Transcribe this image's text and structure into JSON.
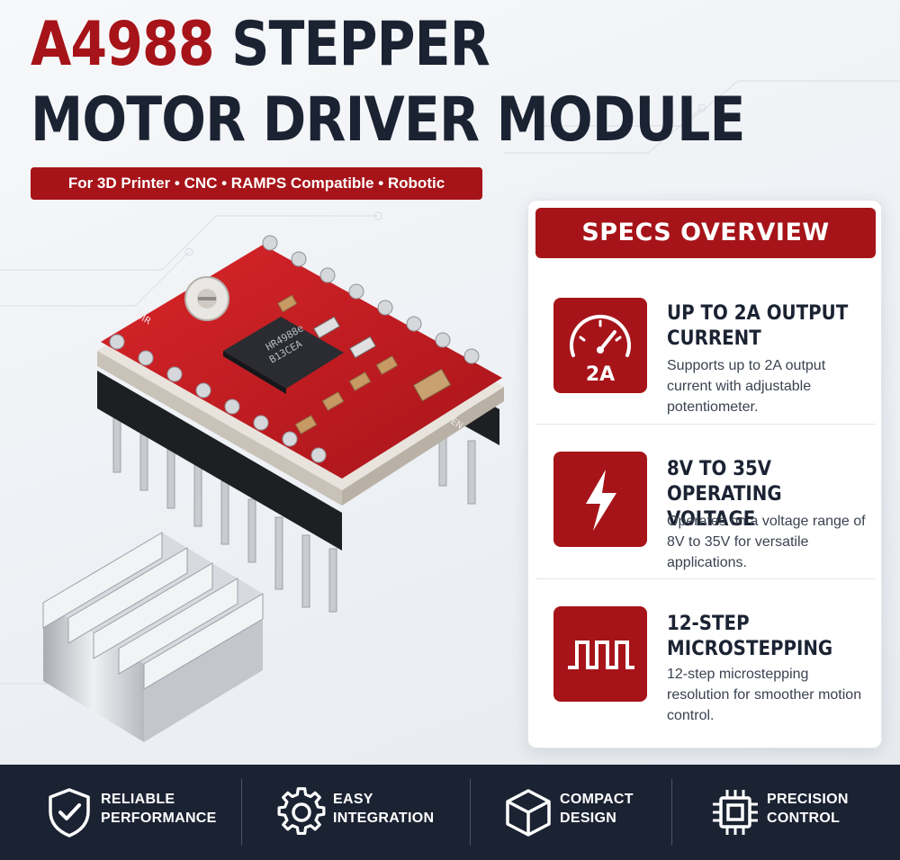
{
  "colors": {
    "accent": "#a61419",
    "navy": "#1b2333",
    "text": "#3b4250"
  },
  "title": {
    "line1_accent": "A4988",
    "line1_rest": " STEPPER",
    "line2": "MOTOR DRIVER MODULE"
  },
  "tagline": "For 3D Printer • CNC • RAMPS Compatible • Robotic",
  "specs": {
    "header": "SPECS OVERVIEW",
    "items": [
      {
        "icon": "gauge-icon",
        "icon_text": "2A",
        "title": "UP TO 2A OUTPUT CURRENT",
        "desc": "Supports up to 2A output current with adjustable potentiometer."
      },
      {
        "icon": "lightning-icon",
        "title": "8V TO 35V OPERATING VOLTAGE",
        "desc": "Operates on a voltage range of 8V to 35V for versatile applications."
      },
      {
        "icon": "square-wave-icon",
        "title": "12-STEP MICROSTEPPING",
        "desc": "12-step microstepping resolution for smoother motion control."
      }
    ]
  },
  "chip": {
    "line1": "HR4988e",
    "line2": "B13CEA"
  },
  "features": [
    {
      "icon": "shield-check-icon",
      "label": "RELIABLE\nPERFORMANCE"
    },
    {
      "icon": "gear-icon",
      "label": "EASY\nINTEGRATION"
    },
    {
      "icon": "cube-icon",
      "label": "COMPACT\nDESIGN"
    },
    {
      "icon": "chip-icon",
      "label": "PRECISION\nCONTROL"
    }
  ]
}
